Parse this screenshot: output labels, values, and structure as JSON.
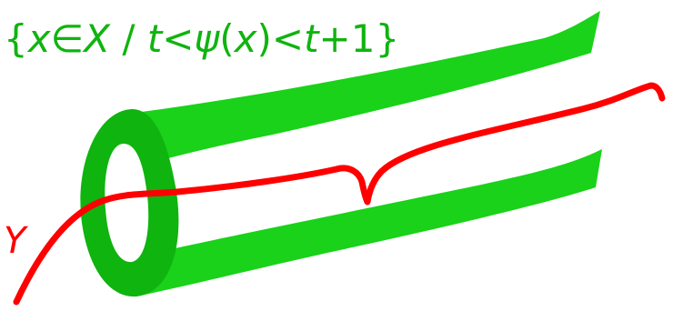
{
  "formula": {
    "open_brace": "{",
    "x": "x",
    "in": "∈",
    "X": "X",
    "sep": " / ",
    "t1": "t",
    "lt1": "<",
    "psi": "ψ",
    "lparen": "(",
    "x2": "x",
    "rparen": ")",
    "lt2": "<",
    "t2": "t",
    "plus_one": "+1",
    "close_brace": "}"
  },
  "y_label": "Y",
  "colors": {
    "tube": "#19d219",
    "tube_dark": "#0fb40f",
    "outline": "#000000",
    "curve": "#ff0000"
  }
}
